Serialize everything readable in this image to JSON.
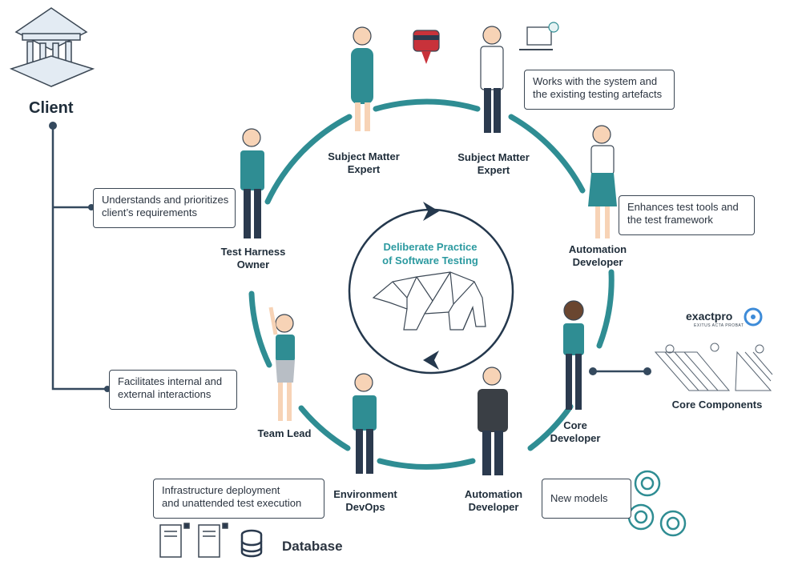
{
  "client": {
    "title": "Client"
  },
  "database": {
    "title": "Database"
  },
  "center": {
    "line1": "Deliberate Practice",
    "line2": "of Software Testing"
  },
  "roles": {
    "sme_left": {
      "line1": "Subject Matter",
      "line2": "Expert"
    },
    "sme_right": {
      "line1": "Subject Matter",
      "line2": "Expert"
    },
    "automation_dev_top": {
      "line1": "Automation",
      "line2": "Developer"
    },
    "test_harness_owner": {
      "line1": "Test Harness",
      "line2": "Owner"
    },
    "team_lead": {
      "line1": "Team Lead"
    },
    "environment_devops": {
      "line1": "Environment",
      "line2": "DevOps"
    },
    "automation_dev_bottom": {
      "line1": "Automation",
      "line2": "Developer"
    },
    "core_developer": {
      "line1": "Core",
      "line2": "Developer"
    }
  },
  "notes": {
    "works_with": {
      "line1": "Works with the system and",
      "line2": "the existing testing artefacts"
    },
    "enhances": {
      "line1": "Enhances test tools and",
      "line2": "the test framework"
    },
    "understands": {
      "line1": "Understands and prioritizes",
      "line2": "client’s requirements"
    },
    "facilitates": {
      "line1": "Facilitates internal and",
      "line2": "external interactions"
    },
    "infrastructure": {
      "line1": "Infrastructure deployment",
      "line2": "and unattended test execution"
    },
    "new_models": {
      "line1": "New models"
    }
  },
  "core_components": {
    "title": "Core Components"
  },
  "logo": {
    "name": "exactpro",
    "tagline": "EXITUS ACTA PROBAT"
  },
  "colors": {
    "teal": "#2f8d93",
    "navy": "#2b3a4e",
    "text": "#1f2d3a",
    "accent_red": "#c8323a"
  }
}
